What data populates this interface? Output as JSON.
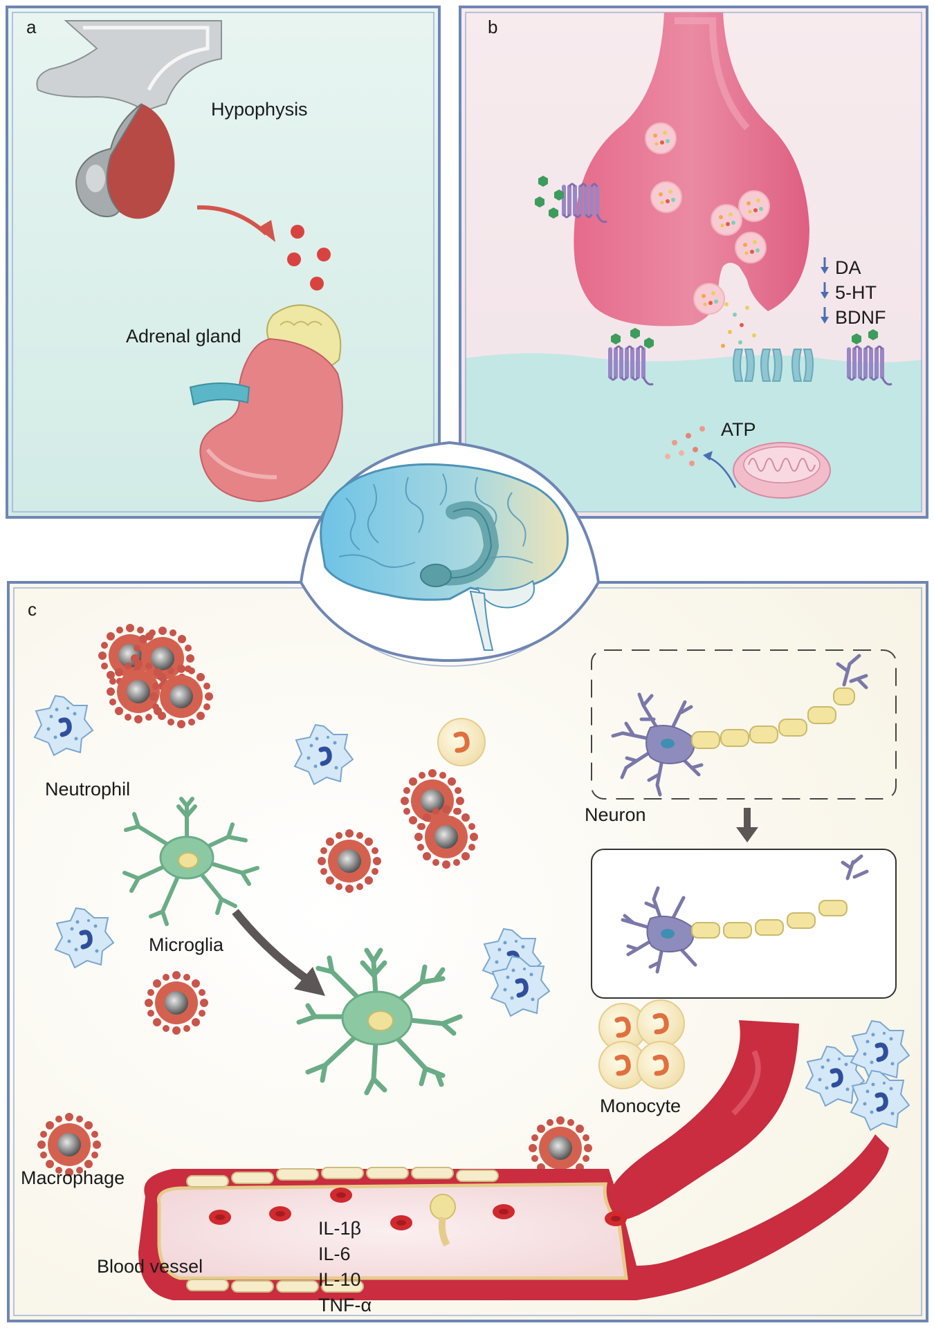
{
  "panels": {
    "a": {
      "letter": "a",
      "labels": {
        "hypophysis": "Hypophysis",
        "adrenal_gland": "Adrenal gland"
      }
    },
    "b": {
      "letter": "b",
      "markers": [
        "DA",
        "5-HT",
        "BDNF"
      ],
      "atp": "ATP"
    },
    "c": {
      "letter": "c",
      "labels": {
        "neutrophil": "Neutrophil",
        "microglia": "Microglia",
        "neuron": "Neuron",
        "monocyte": "Monocyte",
        "macrophage": "Macrophage",
        "blood_vessel": "Blood vessel"
      },
      "cytokines": [
        "IL-1β",
        "IL-6",
        "IL-10",
        "TNF-α"
      ]
    }
  },
  "colors": {
    "frame": "#6f86b3",
    "panel_a_bg": "#dff0ec",
    "panel_b_top": "#f5e6ea",
    "panel_b_bottom": "#b9e2e1",
    "panel_c_bg": "#fbf8ee",
    "synapse": "#e4738f",
    "vessel": "#c92d3f",
    "macrophage": "#c9574c",
    "neutrophil": "#cfe4f5",
    "microglia": "#72b88e",
    "neuron": "#7a78a8",
    "myelin": "#f1e29b",
    "down_arrow": "#4a6fb0"
  },
  "icons": [
    "down-arrow-icon",
    "flow-arrow-icon",
    "brain-icon"
  ]
}
